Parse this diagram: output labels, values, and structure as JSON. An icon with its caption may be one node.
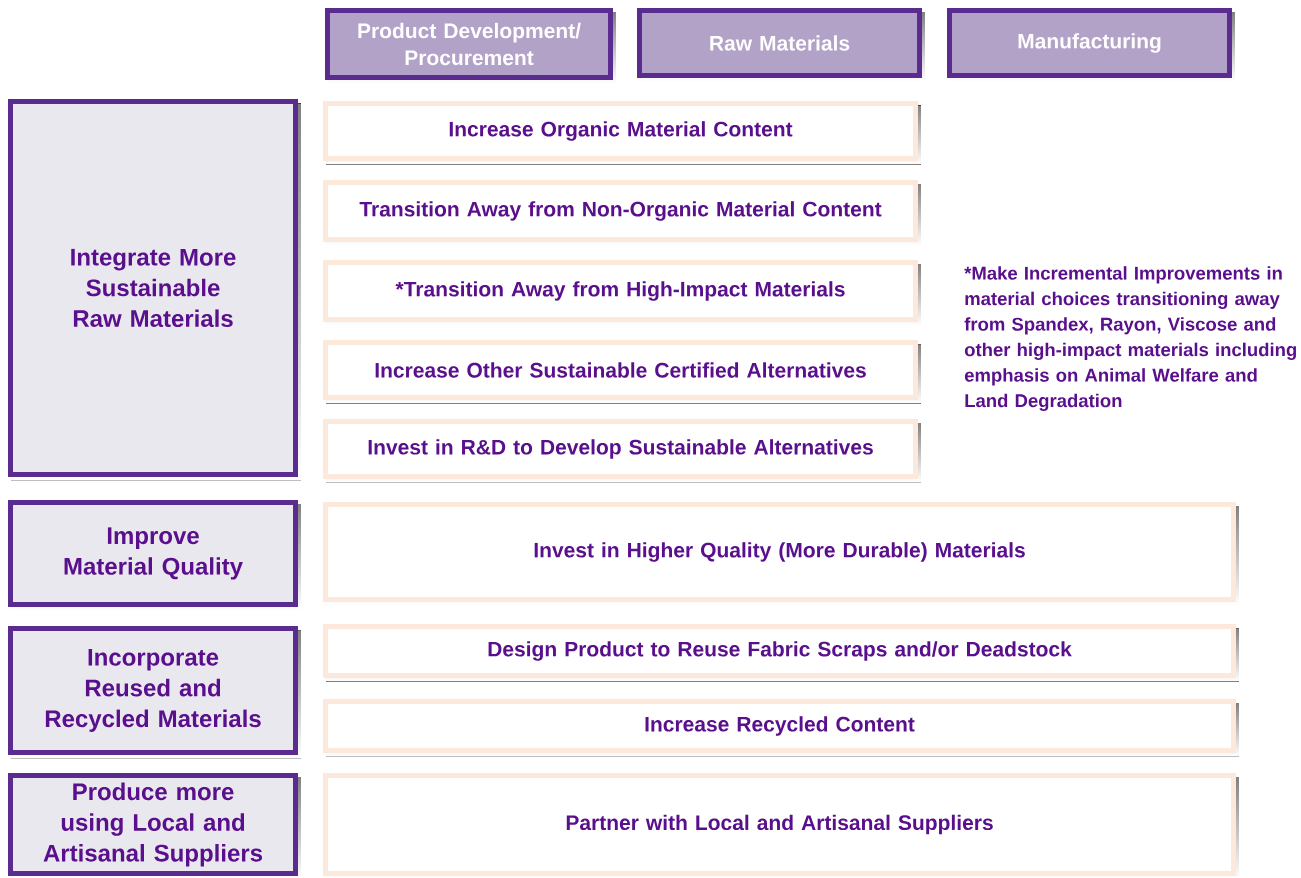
{
  "diagram": {
    "nodes": [
      {
        "text": [
          "Product Development/ Procurement"
        ]
      },
      {
        "text": [
          "Raw Materials"
        ]
      },
      {
        "text": [
          "Manufacturing"
        ]
      },
      {
        "text": [
          "Integrate More Sustainable Raw Materials"
        ]
      },
      {
        "text": [
          "Improve Material Quality"
        ]
      },
      {
        "text": [
          "Incorporate Reused and Recycled Materials"
        ]
      },
      {
        "text": [
          "Produce more using Local and Artisanal Suppliers"
        ]
      },
      {
        "text": [
          "Increase Organic Material Content"
        ]
      },
      {
        "text": [
          "Transition Away from Non-Organic Material Content"
        ]
      },
      {
        "text": [
          "*Transition Away from High-Impact Materials"
        ]
      },
      {
        "text": [
          "Increase Other Sustainable Certified Alternatives"
        ]
      },
      {
        "text": [
          "Invest in R&D to Develop Sustainable Alternatives"
        ]
      },
      {
        "text": [
          "Invest in Higher Quality (More Durable) Materials"
        ]
      },
      {
        "text": [
          "Design Product to Reuse Fabric Scraps and/or Deadstock"
        ]
      },
      {
        "text": [
          "Increase Recycled Content"
        ]
      },
      {
        "text": [
          "Partner with Local and Artisanal Suppliers"
        ]
      }
    ],
    "labels": [
      "*Make Incremental Improvements in material choices transitioning away from Spandex, Rayon, Viscose and other high-impact materials including emphasis on Animal Welfare and Land Degradation"
    ]
  }
}
